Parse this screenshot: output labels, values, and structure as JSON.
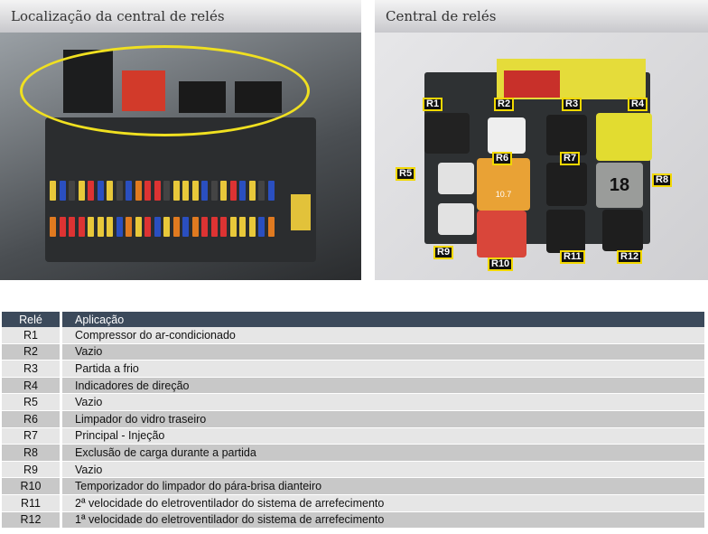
{
  "left_panel": {
    "title": "Localização da central de relés"
  },
  "right_panel": {
    "title": "Central de relés",
    "labels": [
      "R1",
      "R2",
      "R3",
      "R4",
      "R5",
      "R6",
      "R7",
      "R8",
      "R9",
      "R10",
      "R11",
      "R12"
    ],
    "relay_marks": {
      "r8": "18",
      "r6": "10.7"
    }
  },
  "table": {
    "headers": [
      "Relé",
      "Aplicação"
    ],
    "rows": [
      [
        "R1",
        "Compressor do ar-condicionado"
      ],
      [
        "R2",
        "Vazio"
      ],
      [
        "R3",
        "Partida a frio"
      ],
      [
        "R4",
        "Indicadores de direção"
      ],
      [
        "R5",
        "Vazio"
      ],
      [
        "R6",
        "Limpador do vidro traseiro"
      ],
      [
        "R7",
        "Principal - Injeção"
      ],
      [
        "R8",
        "Exclusão de carga durante a partida"
      ],
      [
        "R9",
        "Vazio"
      ],
      [
        "R10",
        "Temporizador do limpador do pára-brisa dianteiro"
      ],
      [
        "R11",
        "2ª velocidade do eletroventilador do sistema de arrefecimento"
      ],
      [
        "R12",
        "1ª velocidade do eletroventilador do sistema de arrefecimento"
      ]
    ]
  }
}
